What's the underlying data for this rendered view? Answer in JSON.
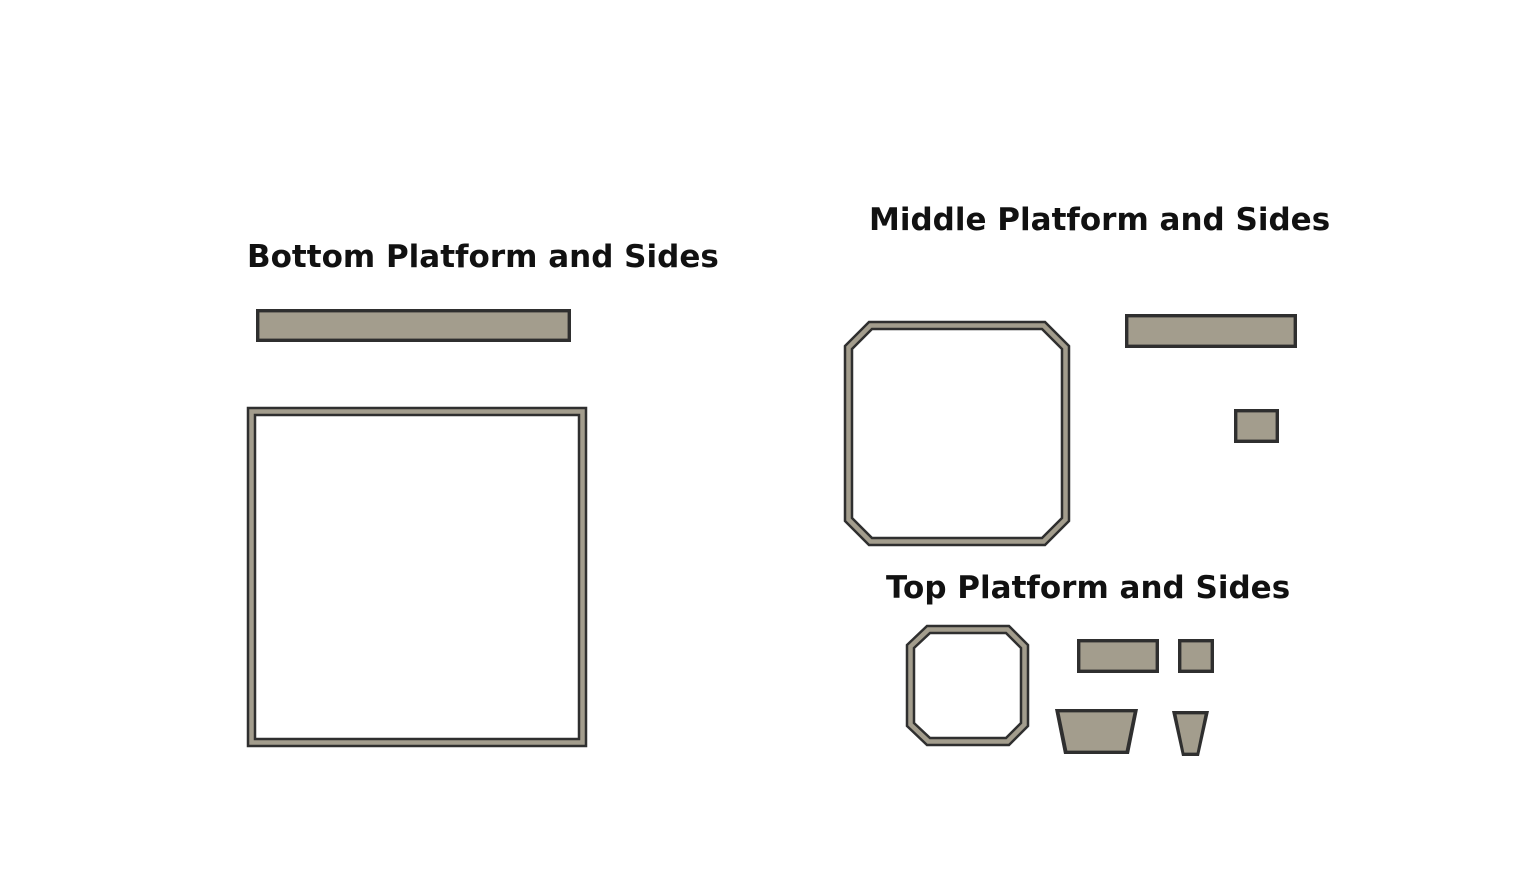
{
  "diagram": {
    "sections": [
      {
        "id": "bottom",
        "title": "Bottom Platform and Sides"
      },
      {
        "id": "middle",
        "title": "Middle Platform and Sides"
      },
      {
        "id": "top",
        "title": "Top Platform and Sides"
      }
    ],
    "colors": {
      "part_fill": "#a39d8d",
      "outline": "#2f2f2f",
      "background": "#ffffff"
    }
  }
}
